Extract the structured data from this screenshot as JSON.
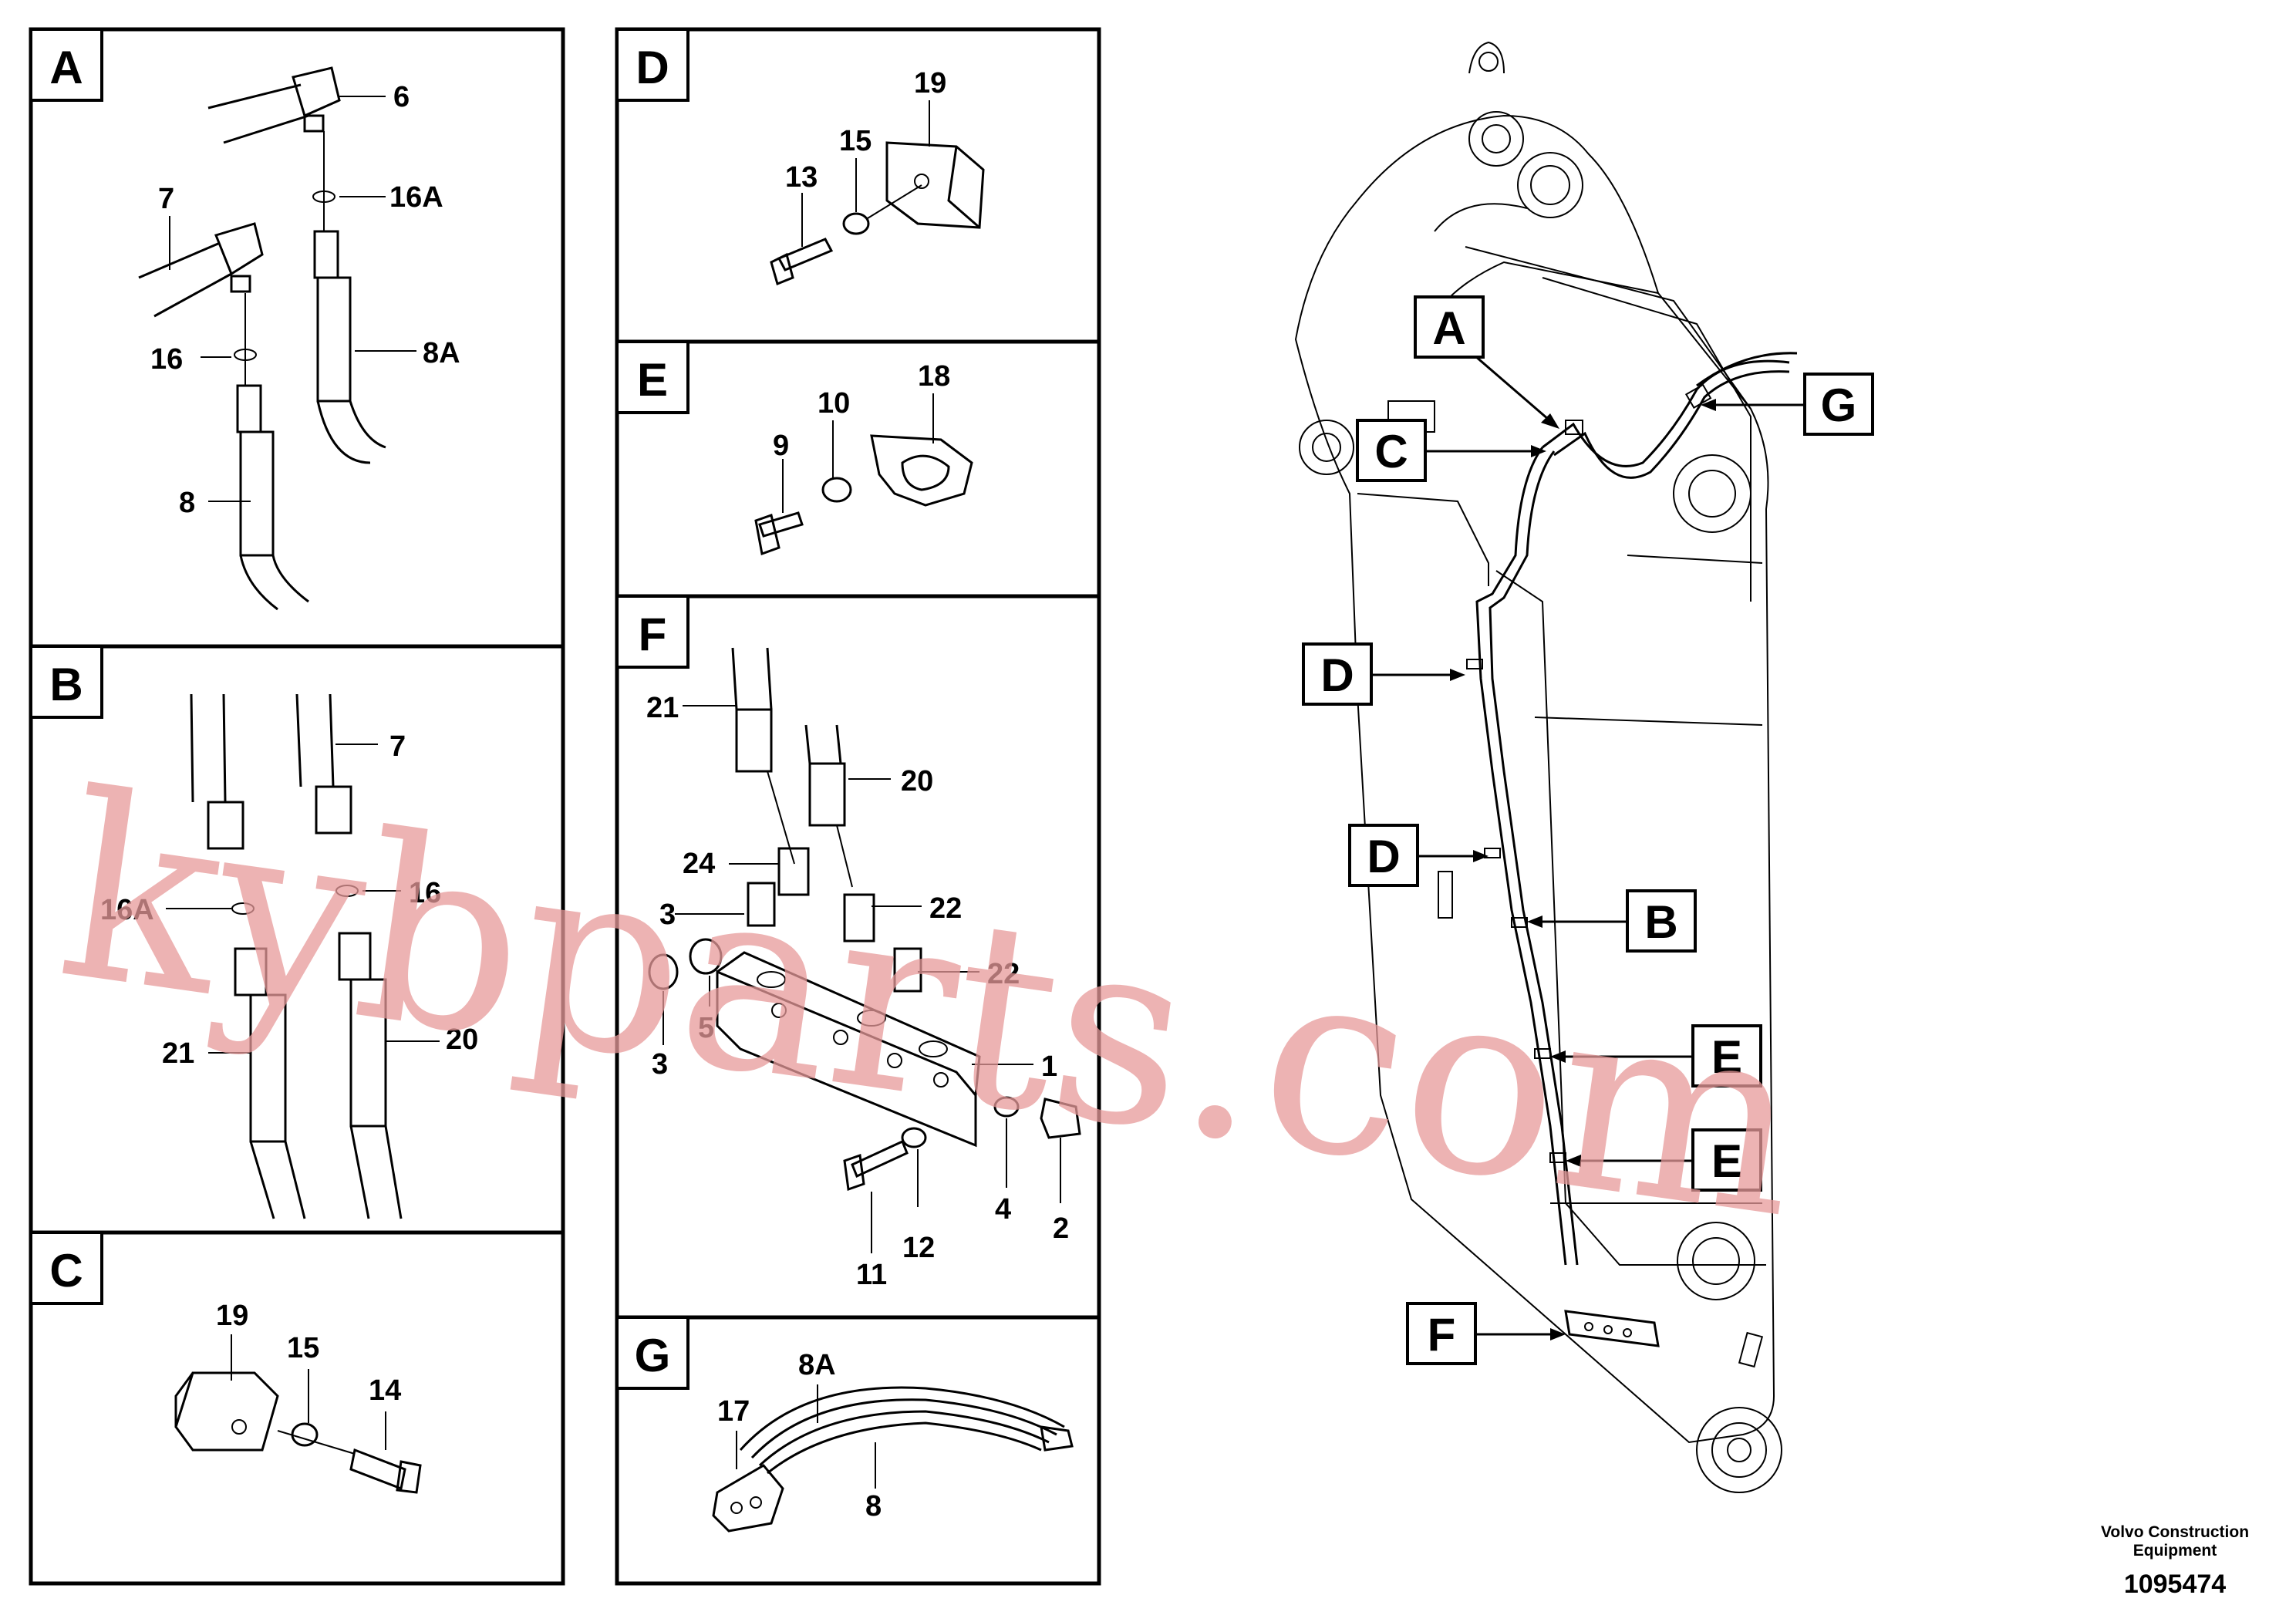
{
  "panels": {
    "A": {
      "title": "A",
      "parts": [
        "6",
        "16A",
        "7",
        "16",
        "8A",
        "8"
      ]
    },
    "B": {
      "title": "B",
      "parts": [
        "7",
        "16A",
        "16",
        "21",
        "20"
      ]
    },
    "C": {
      "title": "C",
      "parts": [
        "19",
        "15",
        "14"
      ]
    },
    "D": {
      "title": "D",
      "parts": [
        "19",
        "15",
        "13"
      ]
    },
    "E": {
      "title": "E",
      "parts": [
        "10",
        "18",
        "9"
      ]
    },
    "F": {
      "title": "F",
      "parts": [
        "21",
        "20",
        "24",
        "3",
        "22",
        "22",
        "5",
        "3",
        "1",
        "4",
        "2",
        "12",
        "11"
      ]
    },
    "G": {
      "title": "G",
      "parts": [
        "8A",
        "17",
        "8"
      ]
    }
  },
  "callouts": [
    "A",
    "C",
    "G",
    "D",
    "D",
    "B",
    "E",
    "E",
    "F"
  ],
  "footer": {
    "company": "Volvo Construction\nEquipment",
    "number": "1095474"
  },
  "watermark": "kybparts.com"
}
